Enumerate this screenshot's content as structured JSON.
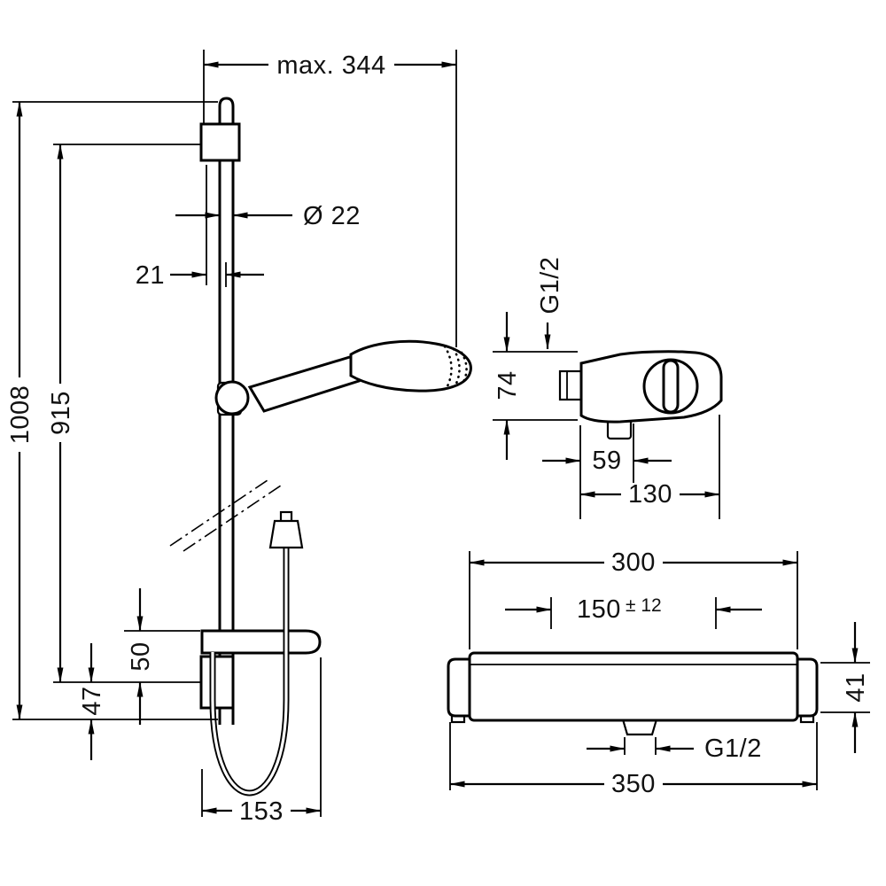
{
  "colors": {
    "line": "#000000",
    "background": "#ffffff"
  },
  "drawing": {
    "shower_set": {
      "dim_max_width": "max. 344",
      "dim_rail_diameter": "Ø 22",
      "dim_wall_offset": "21",
      "dim_total_height": "1008",
      "dim_rail_length": "915",
      "dim_holder_height": "50",
      "dim_bottom_offset": "47",
      "dim_base_width": "153"
    },
    "thermostat_side": {
      "dim_thread": "G1/2",
      "dim_height": "74",
      "dim_depth_front": "59",
      "dim_depth_total": "130"
    },
    "thermostat_front": {
      "dim_body_width": "300",
      "dim_center_distance": "150",
      "dim_center_tolerance": "± 12",
      "dim_height": "41",
      "dim_thread": "G1/2",
      "dim_total_width": "350"
    }
  }
}
